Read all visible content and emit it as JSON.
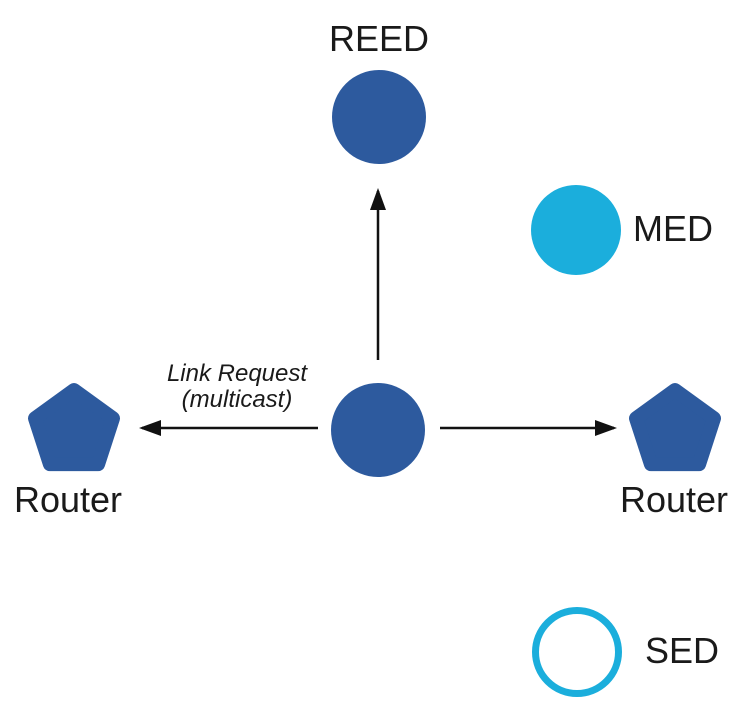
{
  "colors": {
    "node_blue": "#2D5A9E",
    "node_cyan": "#1BAEDC",
    "arrow": "#111111",
    "text": "#1A1A1A"
  },
  "nodes": {
    "reed": {
      "label": "REED",
      "type": "filled-circle-blue"
    },
    "med": {
      "label": "MED",
      "type": "filled-circle-cyan"
    },
    "sed": {
      "label": "SED",
      "type": "hollow-circle-cyan"
    },
    "router_left": {
      "label": "Router",
      "type": "pentagon-blue"
    },
    "router_right": {
      "label": "Router",
      "type": "pentagon-blue"
    },
    "center": {
      "label": "",
      "type": "filled-circle-blue"
    }
  },
  "annotation": {
    "line1": "Link Request",
    "line2": "(multicast)"
  },
  "arrows": [
    {
      "name": "center-to-reed",
      "direction": "up"
    },
    {
      "name": "center-to-left-router",
      "direction": "left"
    },
    {
      "name": "center-to-right-router",
      "direction": "right"
    }
  ]
}
